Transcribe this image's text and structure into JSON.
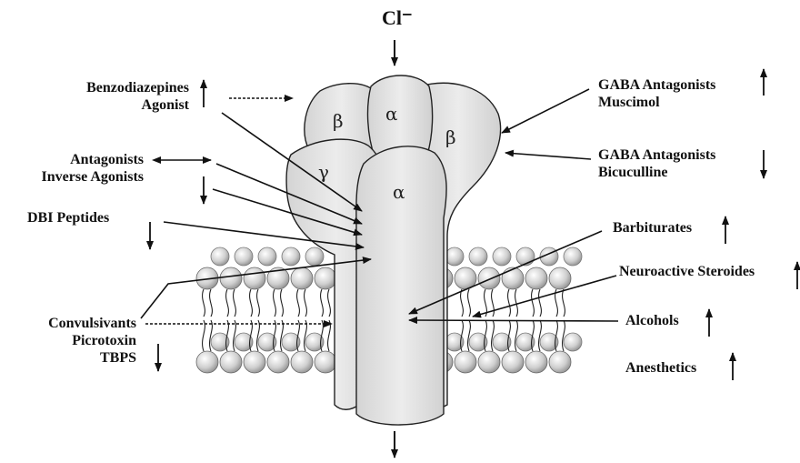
{
  "ion": "Cl⁻",
  "subunits": [
    "β",
    "α",
    "β",
    "γ",
    "α"
  ],
  "labels": {
    "benzo": [
      "Benzodiazepines",
      "Agonist"
    ],
    "antag": [
      "Antagonists",
      "Inverse Agonists"
    ],
    "dbi": "DBI Peptides",
    "conv": [
      "Convulsivants",
      "Picrotoxin",
      "TBPS"
    ],
    "gaba_musc": [
      "GABA Antagonists",
      "Muscimol"
    ],
    "gaba_bic": [
      "GABA Antagonists",
      "Bicuculline"
    ],
    "barb": "Barbiturates",
    "neuro": "Neuroactive Steroides",
    "alc": "Alcohols",
    "anes": "Anesthetics"
  },
  "colors": {
    "protein": "#dcdcdc",
    "protein_light": "#eeeeee",
    "lipid_head": "#cfcfcf",
    "stroke": "#222222"
  }
}
